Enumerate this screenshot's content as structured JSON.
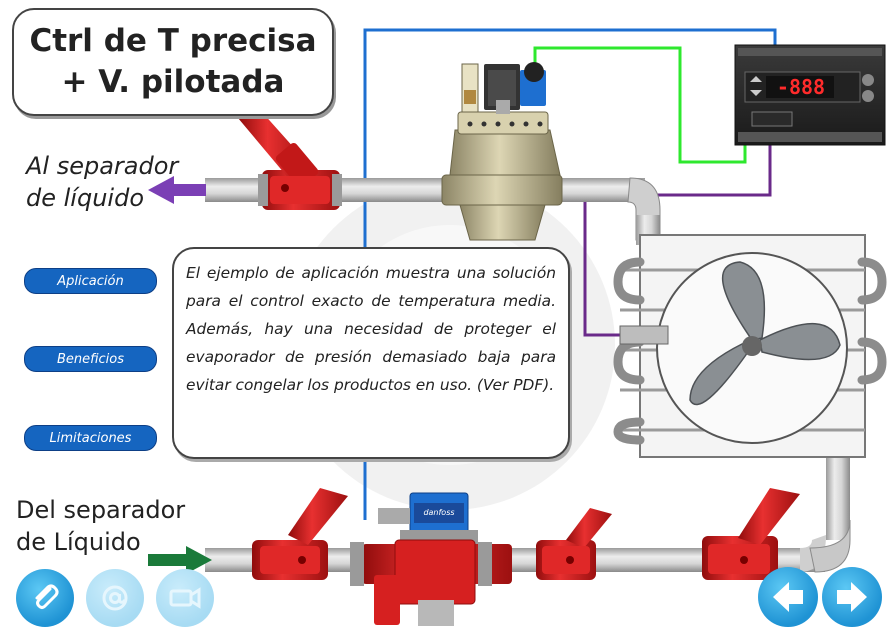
{
  "title": {
    "line1": "Ctrl de T precisa",
    "line2": "+ V. pilotada"
  },
  "labels": {
    "to_separator_line1": "Al separador",
    "to_separator_line2": "de líquido",
    "from_separator_line1": "Del separador",
    "from_separator_line2": "de Líquido"
  },
  "menu": {
    "application": "Aplicación",
    "benefits": "Beneficios",
    "limitations": "Limitaciones"
  },
  "description": "El ejemplo de aplicación muestra una solución para el control exacto de temperatura media. Además, hay una necesidad de proteger el evaporador de presión demasiado baja para evitar congelar los productos en uso. (Ver PDF).",
  "controller": {
    "display": "-888"
  },
  "solenoid_label": "danfoss",
  "colors": {
    "pill_blue": "#1565c0",
    "wire_blue": "#1e6fd0",
    "wire_green": "#2ee82e",
    "wire_purple": "#6a2a8a",
    "valve_red": "#d62020",
    "button_blue": "#1f93d4",
    "arrow_purple": "#7b3fb5",
    "arrow_green": "#1a7a3a"
  },
  "icons": {
    "attachment": "paperclip-icon",
    "email": "at-sign-icon",
    "video": "camera-icon",
    "back": "arrow-left-icon",
    "forward": "arrow-right-icon"
  }
}
